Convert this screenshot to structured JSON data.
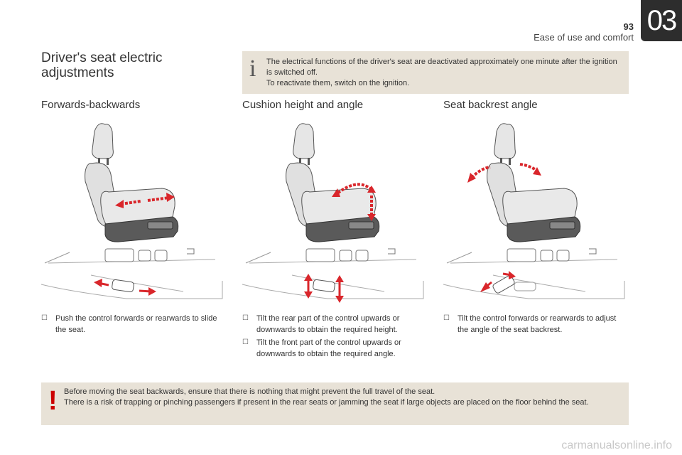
{
  "header": {
    "page_number": "93",
    "section": "Ease of use and comfort",
    "chapter": "03"
  },
  "title": "Driver's seat electric adjustments",
  "info": {
    "lines": [
      "The electrical functions of the driver's seat are deactivated approximately one minute after the ignition is switched off.",
      "To reactivate them, switch on the ignition."
    ]
  },
  "sections": [
    {
      "heading": "Forwards-backwards",
      "bullets": [
        "Push the control forwards or rearwards to slide the seat."
      ]
    },
    {
      "heading": "Cushion height and angle",
      "bullets": [
        "Tilt the rear part of the control upwards or downwards to obtain the required height.",
        "Tilt the front part of the control upwards or downwards to obtain the required angle."
      ]
    },
    {
      "heading": "Seat backrest angle",
      "bullets": [
        "Tilt the control forwards or rearwards to adjust the angle of the seat backrest."
      ]
    }
  ],
  "warning": {
    "lines": [
      "Before moving the seat backwards, ensure that there is nothing that might prevent the full travel of the seat.",
      "There is a risk of trapping or pinching passengers if present in the rear seats or jamming the seat if large objects are placed on the floor behind the seat."
    ]
  },
  "watermark": "carmanualsonline.info",
  "colors": {
    "accent_arrow": "#d9262b",
    "box_bg": "#e8e2d7",
    "chapter_bg": "#2d2d2d"
  }
}
